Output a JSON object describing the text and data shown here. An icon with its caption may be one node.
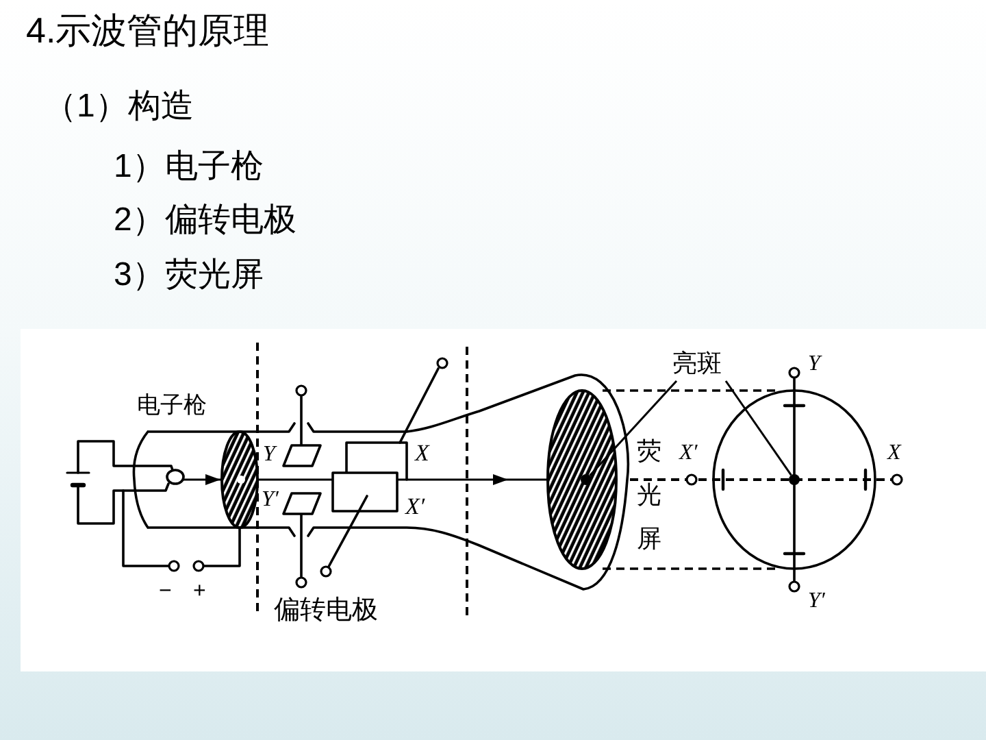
{
  "diagram": {
    "title": "4.示波管的原理",
    "nodes": [
      {
        "text": [
          "亮斑"
        ]
      },
      {
        "text": [],
        "shape": "circle"
      },
      {
        "text": [],
        "shape": "circle"
      }
    ],
    "edges": [
      {
        "from": 0,
        "to": 1,
        "arrow": "none"
      },
      {
        "from": 0,
        "to": 2,
        "arrow": "none"
      }
    ],
    "labels": [
      "（1）构造",
      "1）电子枪",
      "2）偏转电极",
      "3）荧光屏",
      "电子枪",
      "Y",
      "Y′",
      "−",
      "+",
      "X",
      "X′",
      "偏转电极",
      "荧光屏",
      "Y",
      "X′",
      "X",
      "Y′"
    ]
  }
}
